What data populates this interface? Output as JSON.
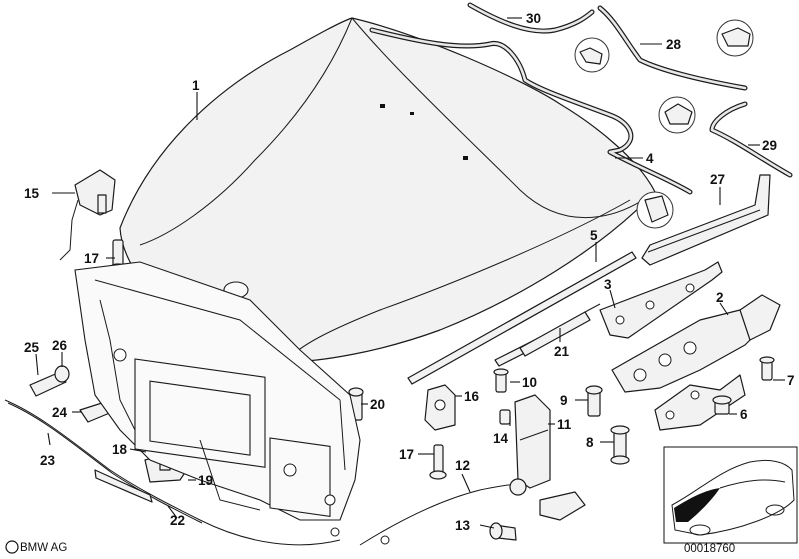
{
  "diagram": {
    "callouts": [
      {
        "id": "1",
        "label": "1"
      },
      {
        "id": "2",
        "label": "2"
      },
      {
        "id": "3",
        "label": "3"
      },
      {
        "id": "4",
        "label": "4"
      },
      {
        "id": "5",
        "label": "5"
      },
      {
        "id": "6",
        "label": "6"
      },
      {
        "id": "7",
        "label": "7"
      },
      {
        "id": "8",
        "label": "8"
      },
      {
        "id": "9",
        "label": "9"
      },
      {
        "id": "10",
        "label": "10"
      },
      {
        "id": "11",
        "label": "11"
      },
      {
        "id": "12",
        "label": "12"
      },
      {
        "id": "13",
        "label": "13"
      },
      {
        "id": "14",
        "label": "14"
      },
      {
        "id": "15",
        "label": "15"
      },
      {
        "id": "16",
        "label": "16"
      },
      {
        "id": "17a",
        "label": "17"
      },
      {
        "id": "17b",
        "label": "17"
      },
      {
        "id": "18",
        "label": "18"
      },
      {
        "id": "19",
        "label": "19"
      },
      {
        "id": "20",
        "label": "20"
      },
      {
        "id": "21",
        "label": "21"
      },
      {
        "id": "22",
        "label": "22"
      },
      {
        "id": "23",
        "label": "23"
      },
      {
        "id": "24",
        "label": "24"
      },
      {
        "id": "25",
        "label": "25"
      },
      {
        "id": "26",
        "label": "26"
      },
      {
        "id": "27",
        "label": "27"
      },
      {
        "id": "28",
        "label": "28"
      },
      {
        "id": "29",
        "label": "29"
      },
      {
        "id": "30",
        "label": "30"
      }
    ],
    "brand": "BMW AG",
    "diagram_number": "00018760"
  }
}
